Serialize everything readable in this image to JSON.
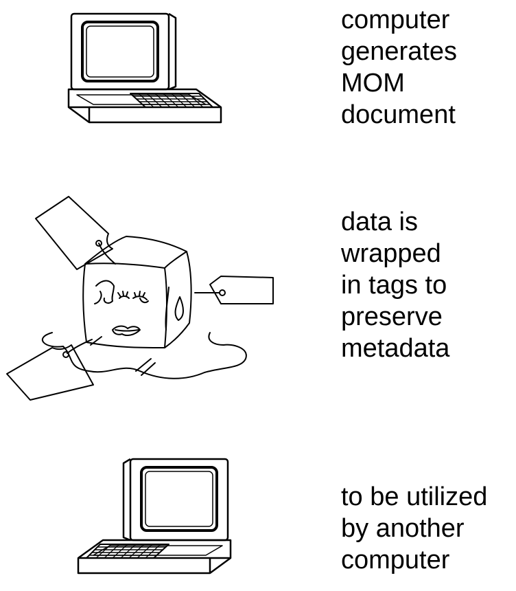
{
  "steps": [
    {
      "icon": "computer-terminal-icon",
      "lines": [
        "computer",
        "generates",
        "MOM",
        "document"
      ]
    },
    {
      "icon": "tagged-melting-ice-cube-icon",
      "lines": [
        "data is",
        "wrapped",
        "in tags to",
        "preserve",
        "metadata"
      ]
    },
    {
      "icon": "computer-terminal-icon",
      "lines": [
        "to be utilized",
        "by another",
        "computer"
      ]
    }
  ]
}
